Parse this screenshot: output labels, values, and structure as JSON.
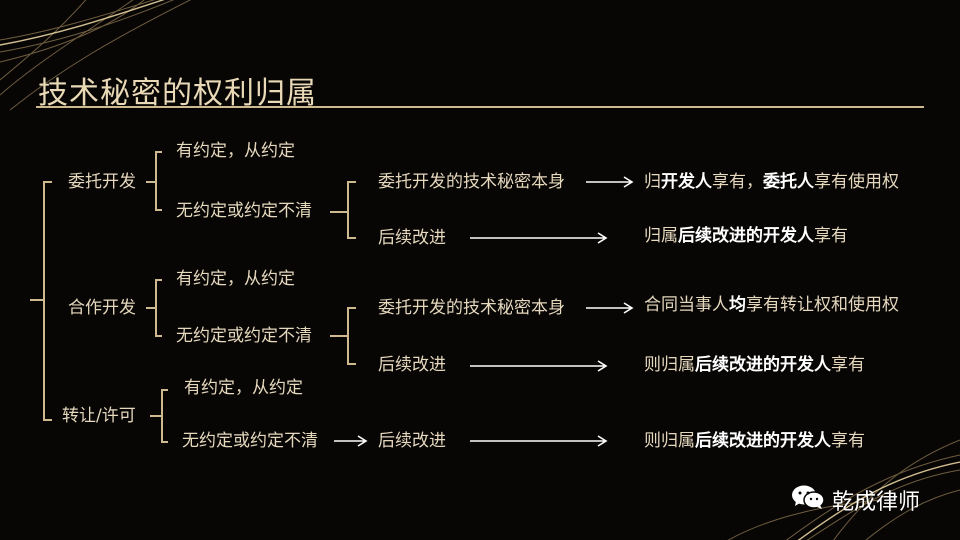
{
  "slide": {
    "title": "技术秘密的权利归属"
  },
  "categories": [
    {
      "label": "委托开发"
    },
    {
      "label": "合作开发"
    },
    {
      "label": "转让/许可"
    }
  ],
  "conditions": {
    "agreed": "有约定，从约定",
    "unclear": "无约定或约定不清"
  },
  "items": {
    "secret_itself": "委托开发的技术秘密本身",
    "follow_up": "后续改进"
  },
  "results": {
    "commission_secret": {
      "p1": "归",
      "b1": "开发人",
      "p2": "享有，",
      "b2": "委托人",
      "p3": "享有使用权"
    },
    "commission_follow": {
      "p1": "归属",
      "b1": "后续改进的开发人",
      "p2": "享有"
    },
    "coop_secret": {
      "p1": "合同当事人",
      "b1": "均",
      "p2": "享有转让权和使用权"
    },
    "coop_follow": {
      "p1": "则归属",
      "b1": "后续改进的开发人",
      "p2": "享有"
    },
    "transfer_follow": {
      "p1": "则归属",
      "b1": "后续改进的开发人",
      "p2": "享有"
    }
  },
  "footer": {
    "brand": "乾成律师",
    "icon": "wechat-icon"
  },
  "colors": {
    "background": "#070605",
    "gold": "#cfb98e",
    "text": "#e6d8bd",
    "highlight": "#ffffff"
  }
}
